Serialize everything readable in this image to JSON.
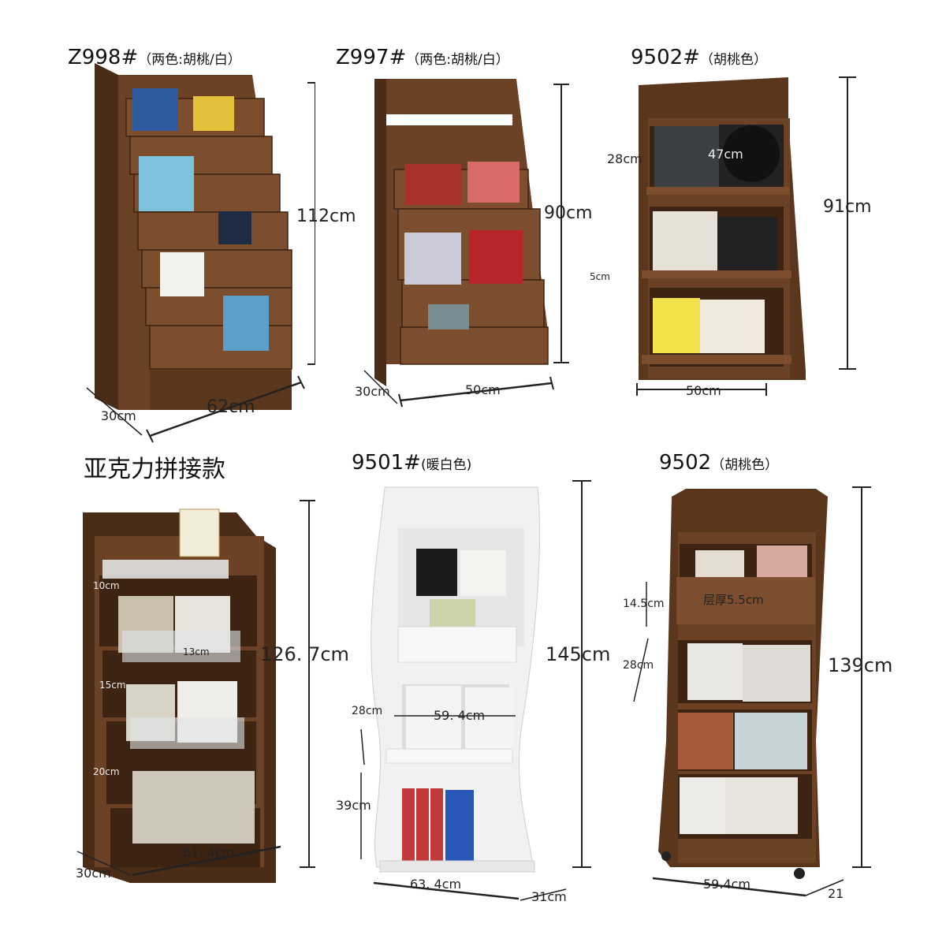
{
  "colors": {
    "walnut": "#6b4226",
    "walnut_dark": "#4a2c17",
    "walnut_light": "#8a5a38",
    "white_body": "#f2f2f2",
    "line": "#222222"
  },
  "products": [
    {
      "code": "Z998#",
      "note": "（两色:胡桃/白）",
      "dims": {
        "height": "112cm",
        "width": "62cm",
        "depth": "30cm"
      }
    },
    {
      "code": "Z997#",
      "note": "（两色:胡桃/白）",
      "dims": {
        "height": "90cm",
        "width": "50cm",
        "depth": "30cm"
      }
    },
    {
      "code": "9502#",
      "note": "（胡桃色）",
      "dims": {
        "height": "91cm",
        "width": "50cm",
        "shelf_gap": "28cm",
        "inner_width": "47cm",
        "lip": "5cm"
      }
    },
    {
      "code": "亚克力拼接款",
      "note": "",
      "dims": {
        "height": "126. 7cm",
        "width": "61. 4cm",
        "depth": "30cm",
        "tier1": "10cm",
        "tier2": "13cm",
        "tier3": "15cm",
        "tier4": "20cm"
      }
    },
    {
      "code": "9501#",
      "note": "(暖白色)",
      "dims": {
        "height": "145cm",
        "width": "63. 4cm",
        "depth": "31cm",
        "shelf_gap": "28cm",
        "inner_width": "59. 4cm",
        "bottom": "39cm"
      }
    },
    {
      "code": "9502",
      "note": "（胡桃色）",
      "dims": {
        "height": "139cm",
        "width": "59.4cm",
        "depth": "21",
        "top_gap": "14.5cm",
        "shelf_gap": "28cm",
        "thickness": "层厚5.5cm"
      }
    }
  ]
}
